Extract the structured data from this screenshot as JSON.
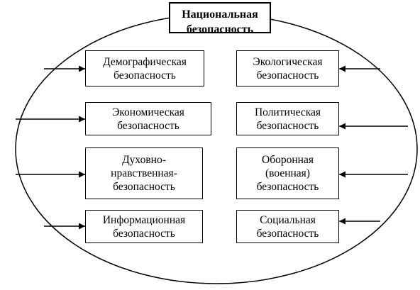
{
  "title": "Национальная\nбезопасность",
  "left_boxes": [
    {
      "label": "Демографическая\nбезопасность"
    },
    {
      "label": "Экономическая\nбезопасность"
    },
    {
      "label": "Духовно-\nнравственная-\nбезопасность"
    },
    {
      "label": "Информационная\nбезопасность"
    }
  ],
  "right_boxes": [
    {
      "label": "Экологическая\nбезопасность"
    },
    {
      "label": "Политическая\nбезопасность"
    },
    {
      "label": "Оборонная\n(военная)\nбезопасность"
    },
    {
      "label": "Социальная\nбезопасность"
    }
  ]
}
